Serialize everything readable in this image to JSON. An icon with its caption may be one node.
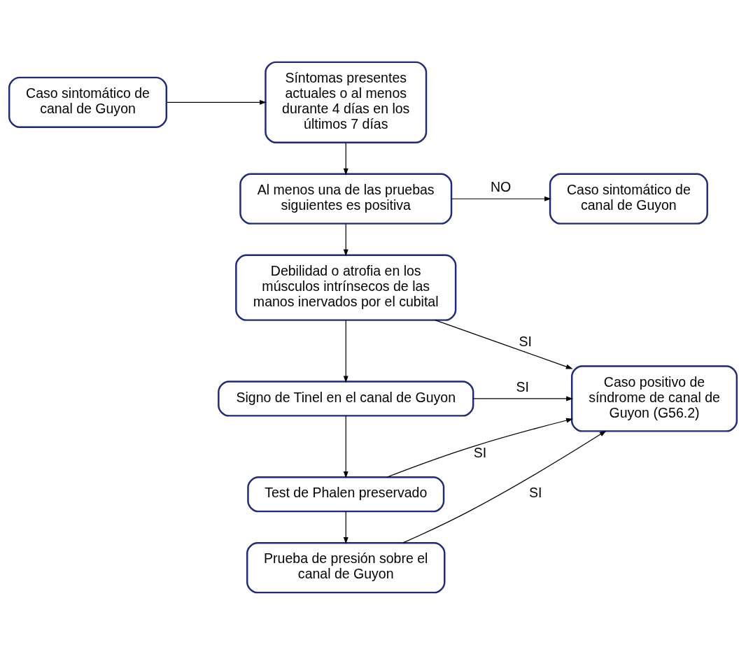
{
  "diagram": {
    "nodes": [
      {
        "text": [
          "Caso sintomático de canal de Guyon"
        ]
      },
      {
        "text": [
          "Síntomas presentes actuales o al menos durante 4 días en los últimos 7 días"
        ]
      },
      {
        "text": [
          "Al menos una de las pruebas siguientes es positiva"
        ]
      },
      {
        "text": [
          "Caso sintomático de canal de Guyon"
        ]
      },
      {
        "text": [
          "Debilidad o atrofia en los músculos intrínsecos de las manos inervados por el cubital"
        ]
      },
      {
        "text": [
          "Signo de Tinel en el canal de Guyon"
        ]
      },
      {
        "text": [
          "Caso positivo de síndrome de canal de Guyon (G56.2)"
        ]
      },
      {
        "text": [
          "Test de Phalen preservado"
        ]
      },
      {
        "text": [
          "Prueba de presión sobre el canal de Guyon"
        ]
      }
    ],
    "edges": [
      {
        "from": 0,
        "to": 1,
        "arrow": "to"
      },
      {
        "from": 1,
        "to": 2,
        "arrow": "to"
      },
      {
        "from": 2,
        "to": 3,
        "arrow": "to",
        "label": "NO"
      },
      {
        "from": 2,
        "to": 4,
        "arrow": "to"
      },
      {
        "from": 4,
        "to": 6,
        "arrow": "to",
        "label": "SI"
      },
      {
        "from": 4,
        "to": 5,
        "arrow": "to"
      },
      {
        "from": 5,
        "to": 6,
        "arrow": "to",
        "label": "SI"
      },
      {
        "from": 5,
        "to": 7,
        "arrow": "to"
      },
      {
        "from": 7,
        "to": 6,
        "arrow": "to",
        "label": "SI"
      },
      {
        "from": 7,
        "to": 8,
        "arrow": "to"
      },
      {
        "from": 8,
        "to": 6,
        "arrow": "to",
        "label": "SI"
      }
    ]
  }
}
